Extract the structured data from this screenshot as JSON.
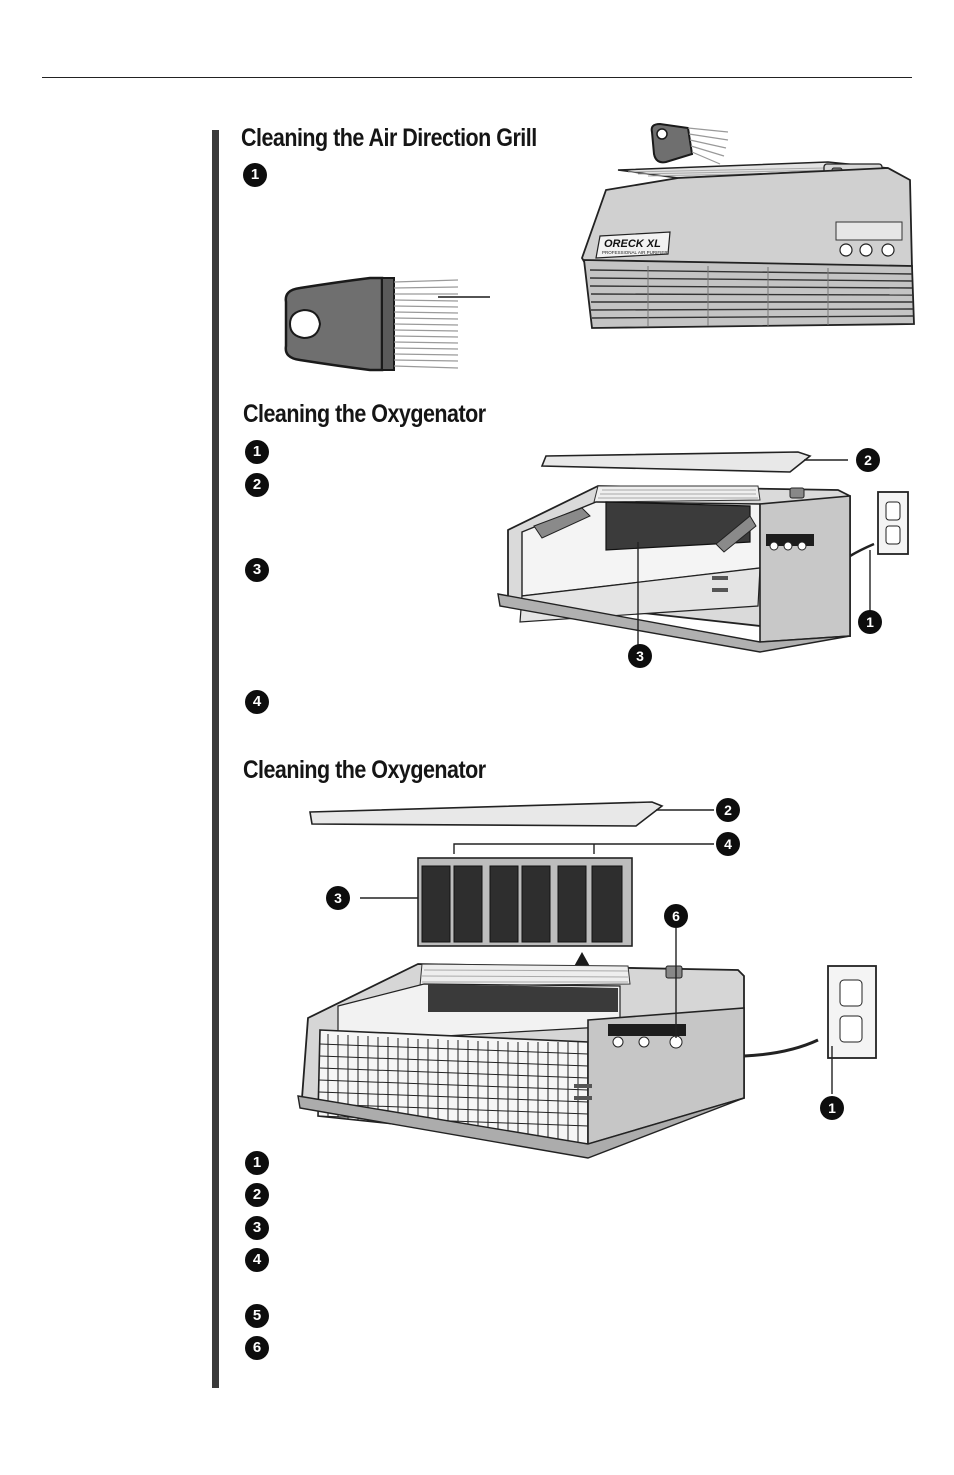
{
  "sections": [
    {
      "title": "Cleaning the Air Direction Grill",
      "steps": [
        "1"
      ]
    },
    {
      "title": "Cleaning the Oxygenator",
      "steps": [
        "1",
        "2",
        "3",
        "4"
      ],
      "callouts": [
        "2",
        "1",
        "3"
      ]
    },
    {
      "title": "Cleaning the Oxygenator",
      "callouts": [
        "2",
        "4",
        "3",
        "6",
        "1"
      ],
      "steps": [
        "1",
        "2",
        "3",
        "4",
        "5",
        "6"
      ]
    }
  ],
  "device": {
    "brand": "ORECK XL",
    "model_line": "PROFESSIONAL AIR PURIFIER"
  }
}
